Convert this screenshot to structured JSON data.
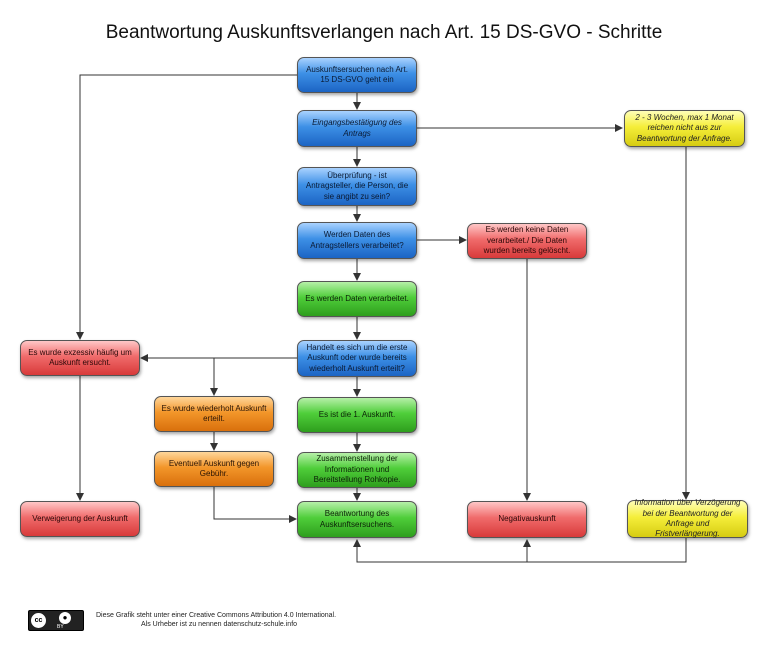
{
  "title": "Beantwortung Auskunftsverlangen nach Art. 15  DS-GVO - Schritte",
  "boxes": {
    "request": "Auskunftsersuchen nach Art. 15 DS-GVO geht ein",
    "confirm": "Eingangsbestätigung des Antrags",
    "check": "Überprüfung - ist Antragsteller, die Person, die sie angibt zu sein?",
    "processed_q": "Werden Daten des Antragstellers verarbeitet?",
    "no_data": "Es werden keine Daten verarbeitet./ Die Daten wurden bereits gelöscht.",
    "processed": "Es werden Daten verarbeitet.",
    "first_q": "Handelt es sich um die erste Auskunft oder wurde bereits wiederholt Auskunft erteilt?",
    "excessive": "Es wurde exzessiv häufig um Auskunft ersucht.",
    "repeated": "Es wurde wiederholt Auskunft erteilt.",
    "first": "Es ist die 1. Auskunft.",
    "compile": "Zusammenstellung der Informationen und Bereitstellung Rohkopie.",
    "fee": "Eventuell Auskunft gegen Gebühr.",
    "refusal": "Verweigerung der Auskunft",
    "answer": "Beantwortung des Auskunftsersuchens.",
    "negative": "Negativauskunft",
    "delay": "2 - 3 Wochen, max 1 Monat reichen nicht aus zur Beantwortung der Anfrage.",
    "delay_info": "Information über Verzögerung bei der Beantwortung der Anfrage und Fristverlängerung."
  },
  "colors": {
    "blue": "#3d90e6",
    "green": "#4fce3a",
    "red": "#f06b6b",
    "orange": "#f3962a",
    "yellow": "#f5ee3a"
  },
  "footer": {
    "license_line": "Diese Grafik steht unter  einer Creative Commons Attribution 4.0 International.",
    "author_line": "Als Urheber ist zu nennen datenschutz-schule.info",
    "logo_text": "BY",
    "logo_cc": "cc"
  }
}
